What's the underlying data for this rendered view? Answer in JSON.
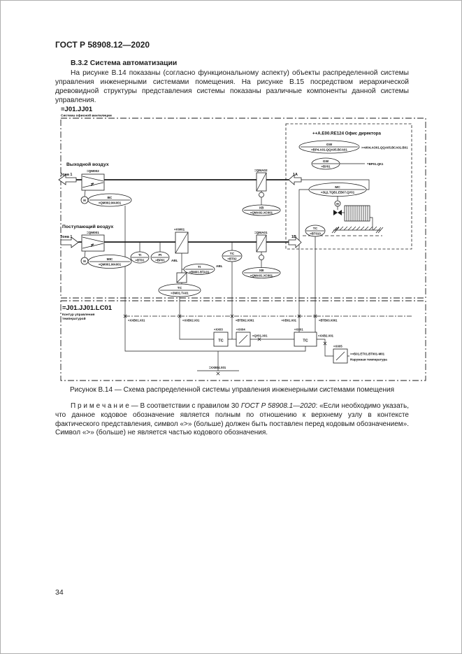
{
  "page": {
    "header": "ГОСТ Р 58908.12—2020",
    "section_heading": "В.3.2 Система автоматизации",
    "paragraph": "На рисунке В.14 показаны (согласно функциональному аспекту) объекты распределенной системы управления инженерными системами помещения. На рисунке В.15 посредством иерархической древовидной структуры представления системы показаны различные компоненты данной системы управления.",
    "figure_caption": "Рисунок В.14 — Схема распределенной системы управления инженерными системами помещения",
    "note_label": "П р и м е ч а н и е",
    "note_before_ref": " — В соответствии с правилом 30 ",
    "note_ref": "ГОСТ Р 58908.1—2020",
    "note_after_ref": ": «Если необходимо указать, что данное кодовое обозначение является полным по отношению к верхнему узлу в контексте фактического представления, символ «>» (больше) должен быть поставлен перед кодовым обозначением». Символ «>» (больше) не является частью кодового обозначения.",
    "page_number": "34"
  },
  "diagram": {
    "system_title": "=J01.JJ01",
    "system_subtitle": "Система офисной вентиляции",
    "loop_title": "=J01.JJ01.LC01",
    "loop_subtitle_line1": "Контур управления",
    "loop_subtitle_line2": "температурой",
    "exhaust_air_label": "Выходной воздух",
    "supply_air_label": "Поступающий воздух",
    "zone1_top": "Зона 1",
    "zone1_bottom": "Зона 1",
    "port_top_label": "1A",
    "port_bottom_label": "1B",
    "room_header": "++А.Е00.RЕ124   Офис директора",
    "fan_symbol": "≠",
    "motor_letter": "М",
    "exhaust_fan_tag": "=QМ002",
    "supply_fan_tag": "=QМ001",
    "exhaust_fan_oval": {
      "top": "ВС",
      "code": "=QМ002.МА001"
    },
    "supply_fan_oval": {
      "top": "МIС",
      "code": "=QМ001.МА001"
    },
    "exhaust_damper_tag": "=QМА02",
    "supply_damper_tag": "=QМА01",
    "exhaust_damper_oval": {
      "top": "ХВ",
      "code": "=QМА02.ХС001"
    },
    "supply_damper_oval": {
      "top": "ХВ",
      "code": "=QМА01.ХС001"
    },
    "ti_oval": {
      "top": "ТI",
      "code": "=ВТ01"
    },
    "pi_oval": {
      "top": "РI",
      "code": "=ВР01"
    },
    "abl1": "АВL",
    "abl2": "АВL",
    "coil_tag": "=ХW01",
    "coil_ti_oval": {
      "top": "ТI",
      "code": "=ВМ01.ВТА01"
    },
    "coil_tc_oval": {
      "top": "ТС",
      "code": "=ЗМ01.ТА01"
    },
    "duct_tc_oval": {
      "top": "ТС",
      "code": "=ВТ02"
    },
    "room_mc_oval": {
      "top": "МС",
      "code": "=ЗЦ1.ТQВ1.ЕВ07.QУ01"
    },
    "room_tc_oval": {
      "top": "ТС",
      "code": "=ВТ010"
    },
    "gw1_oval": {
      "top": "GW",
      "code": "=ВР4.А01.QQА05.ВСА01"
    },
    "gw1_ref": ">=И04.АО01.QQА05.ВСА01.В01",
    "gw2_oval": {
      "top": "GW",
      "code": "=ВУ01"
    },
    "gw2_ref": "=ВР01.QК1",
    "ports": [
      "=ХХВ01.Х01",
      "=ХХВ02.Х01",
      "=ВТВ02.Х001",
      "=ХВ01.Х01",
      "=ВТВ03.Х001"
    ],
    "tc1_tag": "=ХХ03",
    "tc1_text": "ТС",
    "box1_tag": "=ХХ04",
    "mid_ref": "=QУ01.Х01",
    "tc2_tag": "=ХХ01",
    "tc2_text": "ТС",
    "out_ref": "=ХХВ2.Х01",
    "box2_tag": "=ХХ05",
    "bottom_ref": "=ХХВ04.Х01",
    "ext_ref_code": ">=Б01.ЕТ01.ВТ001-М01",
    "ext_ref_label": "Наружная температура"
  }
}
